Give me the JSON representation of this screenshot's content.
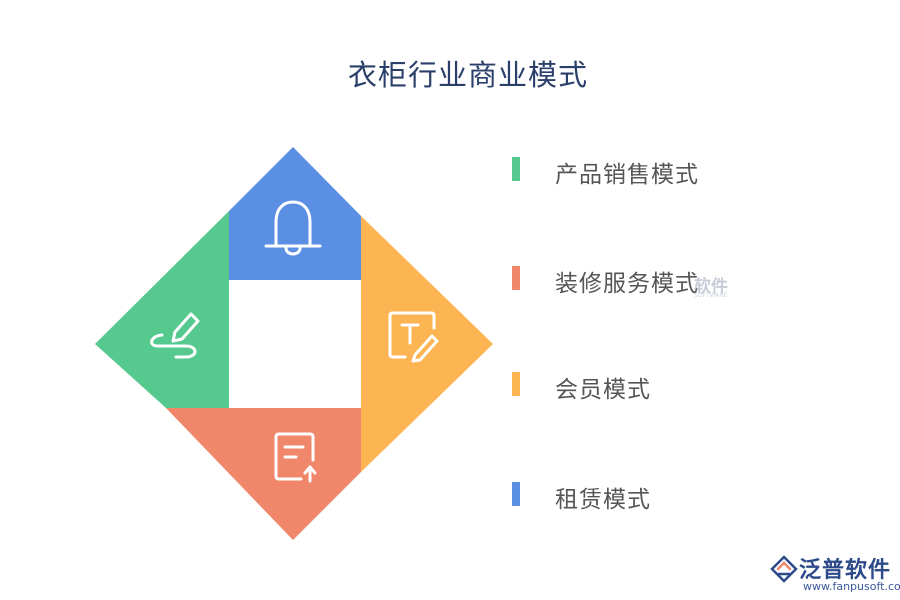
{
  "title": "衣柜行业商业模式",
  "quadrants": [
    {
      "label": "产品销售模式",
      "color": "#56c98f",
      "icon": "pen-scribble-icon"
    },
    {
      "label": "装修服务模式",
      "color": "#f0876b",
      "icon": "document-upload-icon"
    },
    {
      "label": "会员模式",
      "color": "#fdb452",
      "icon": "text-edit-icon"
    },
    {
      "label": "租赁模式",
      "color": "#5b8fe3",
      "icon": "bell-icon"
    }
  ],
  "watermark": {
    "text": "软件",
    "sub": "SOFTWARE"
  },
  "brand": {
    "name": "泛普软件",
    "url": "www.fanpusoft.com"
  }
}
